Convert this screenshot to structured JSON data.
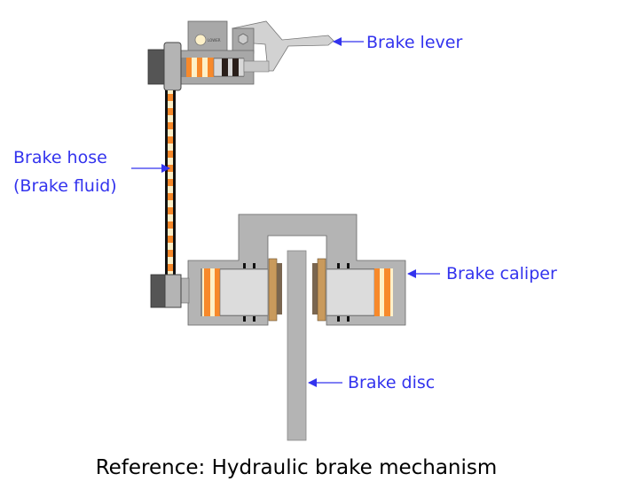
{
  "labels": {
    "brake_lever": "Brake lever",
    "brake_hose": "Brake hose",
    "brake_fluid": "(Brake fluid)",
    "brake_caliper": "Brake caliper",
    "brake_disc": "Brake disc",
    "reservoir_mark": "LOWER"
  },
  "caption": "Reference: Hydraulic brake mechanism",
  "colors": {
    "label": "#3333ee",
    "body": "#b4b4b4",
    "fluid_orange": "#f7892b",
    "fluid_cream": "#fdf0c8",
    "pad_backing": "#c99a5c",
    "pad_friction": "#7a6650"
  }
}
